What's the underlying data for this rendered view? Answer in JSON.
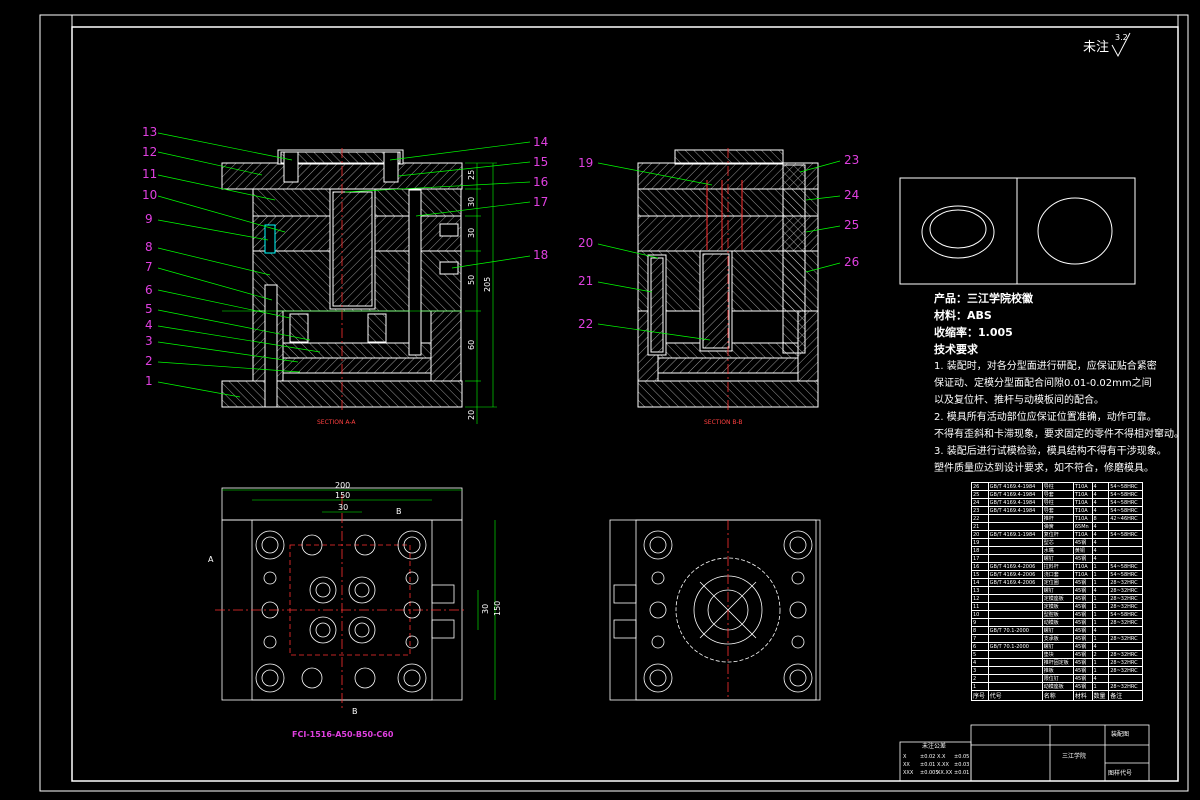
{
  "corner_note": {
    "label": "未注",
    "roughness": "3.2"
  },
  "section_labels": {
    "aa": "SECTION A-A",
    "bb": "SECTION B-B"
  },
  "part_callouts": [
    "1",
    "2",
    "3",
    "4",
    "5",
    "6",
    "7",
    "8",
    "9",
    "10",
    "11",
    "12",
    "13",
    "14",
    "15",
    "16",
    "17",
    "18",
    "19",
    "20",
    "21",
    "22",
    "23",
    "24",
    "25",
    "26"
  ],
  "dimensions": {
    "side_vertical": [
      "205",
      "25",
      "30",
      "30",
      "50",
      "60",
      "20"
    ],
    "plan_top": [
      "200",
      "150",
      "30"
    ],
    "plan_right": [
      "150",
      "30"
    ]
  },
  "mold_base_code": "FCI-1516-A50-B50-C60",
  "view_markers": {
    "a": "A",
    "b": "B"
  },
  "notes": {
    "product": "产品：三江学院校徽",
    "material": "材料：ABS",
    "shrinkage": "收缩率：1.005",
    "tech_title": "技术要求",
    "items": [
      "1. 装配时，对各分型面进行研配，应保证贴合紧密",
      "保证动、定模分型面配合间隙0.01-0.02mm之间",
      "以及复位杆、推杆与动模板间的配合。",
      "2. 模具所有活动部位应保证位置准确，动作可靠。",
      "不得有歪斜和卡滞现象，要求固定的零件不得相对窜动。",
      "3. 装配后进行试模检验，模具结构不得有干涉现象。",
      "塑件质量应达到设计要求，如不符合，修磨模具。"
    ]
  },
  "bom": {
    "rows": [
      [
        "26",
        "GB/T 4169.4-1984",
        "导柱",
        "T10A",
        "4",
        "54~58HRC"
      ],
      [
        "25",
        "GB/T 4169.4-1984",
        "导套",
        "T10A",
        "4",
        "54~58HRC"
      ],
      [
        "24",
        "GB/T 4169.4-1984",
        "导柱",
        "T10A",
        "4",
        "54~58HRC"
      ],
      [
        "23",
        "GB/T 4169.4-1984",
        "导套",
        "T10A",
        "4",
        "54~58HRC"
      ],
      [
        "22",
        "",
        "推杆",
        "T10A",
        "8",
        "42~46HRC"
      ],
      [
        "21",
        "",
        "弹簧",
        "65Mn",
        "4",
        ""
      ],
      [
        "20",
        "GB/T 4169.1-1984",
        "复位杆",
        "T10A",
        "4",
        "54~58HRC"
      ],
      [
        "19",
        "",
        "型芯",
        "45钢",
        "4",
        ""
      ],
      [
        "18",
        "",
        "水嘴",
        "黄铜",
        "4",
        ""
      ],
      [
        "17",
        "",
        "螺钉",
        "45钢",
        "4",
        ""
      ],
      [
        "16",
        "GB/T 4169.4-2006",
        "拉料杆",
        "T10A",
        "1",
        "54~58HRC"
      ],
      [
        "15",
        "GB/T 4169.4-2006",
        "浇口套",
        "T10A",
        "1",
        "54~58HRC"
      ],
      [
        "14",
        "GB/T 4169.4-2006",
        "定位圈",
        "45钢",
        "1",
        "28~32HRC"
      ],
      [
        "13",
        "",
        "螺钉",
        "45钢",
        "4",
        "28~32HRC"
      ],
      [
        "12",
        "",
        "定模座板",
        "45钢",
        "1",
        "28~32HRC"
      ],
      [
        "11",
        "",
        "定模板",
        "45钢",
        "1",
        "28~32HRC"
      ],
      [
        "10",
        "",
        "型腔板",
        "45钢",
        "1",
        "54~58HRC"
      ],
      [
        "9",
        "",
        "动模板",
        "45钢",
        "1",
        "28~32HRC"
      ],
      [
        "8",
        "GB/T 70.1-2000",
        "螺钉",
        "45钢",
        "4",
        ""
      ],
      [
        "7",
        "",
        "支承板",
        "45钢",
        "1",
        "28~32HRC"
      ],
      [
        "6",
        "GB/T 70.1-2000",
        "螺钉",
        "45钢",
        "4",
        ""
      ],
      [
        "5",
        "",
        "垫块",
        "45钢",
        "2",
        "28~32HRC"
      ],
      [
        "4",
        "",
        "推杆固定板",
        "45钢",
        "1",
        "28~32HRC"
      ],
      [
        "3",
        "",
        "推板",
        "45钢",
        "1",
        "28~32HRC"
      ],
      [
        "2",
        "",
        "限位钉",
        "45钢",
        "4",
        ""
      ],
      [
        "1",
        "",
        "动模座板",
        "45钢",
        "1",
        "28~32HRC"
      ]
    ],
    "header": [
      "序号",
      "代号",
      "名称",
      "材料",
      "数量",
      "备注"
    ]
  },
  "title_block": {
    "title": "装配图",
    "drawing_no": "图样代号",
    "company": "三江学院"
  },
  "tolerance_table": {
    "title": "未注公差",
    "rows": [
      [
        "X",
        "±0.02",
        "X.X",
        "±0.05"
      ],
      [
        "XX",
        "±0.01",
        "X.XX",
        "±0.03"
      ],
      [
        "XXX",
        "±0.005",
        "XX.XX",
        "±0.01"
      ]
    ]
  },
  "colors": {
    "background": "#000000",
    "outline": "#ffffff",
    "hatch": "#ffffff",
    "callout": "#e040e0",
    "leader": "#00ff00",
    "center": "#ff3030",
    "section_label": "#ff4040",
    "mold_code": "#e040e0"
  }
}
